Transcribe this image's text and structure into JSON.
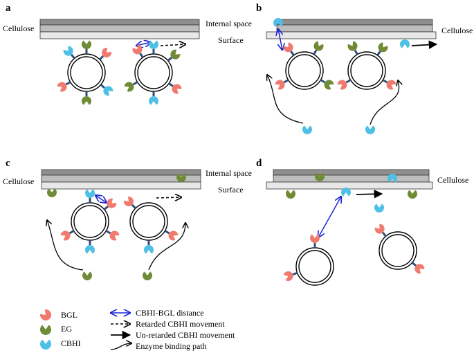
{
  "panels": {
    "a": {
      "letter": "a",
      "cellulose": "Cellulose",
      "internal": "Internal space",
      "surface": "Surface"
    },
    "b": {
      "letter": "b",
      "cellulose": "Cellulose"
    },
    "c": {
      "letter": "c",
      "cellulose": "Cellulose",
      "internal": "Internal space",
      "surface": "Surface"
    },
    "d": {
      "letter": "d",
      "cellulose": "Cellulose"
    }
  },
  "legend": {
    "enzymes": [
      {
        "label": "BGL",
        "color": "#f07a6e",
        "icon": "bgl-enzyme-icon"
      },
      {
        "label": "EG",
        "color": "#6f8b36",
        "icon": "eg-enzyme-icon"
      },
      {
        "label": "CBHI",
        "color": "#4ec0e6",
        "icon": "cbhi-enzyme-icon"
      }
    ],
    "arrows": [
      {
        "label": "CBHI-BGL distance",
        "icon": "double-arrow-icon"
      },
      {
        "label": "Retarded CBHI movement",
        "icon": "dashed-arrow-icon"
      },
      {
        "label": "Un-retarded CBHI movement",
        "icon": "solid-arrow-icon"
      },
      {
        "label": "Enzyme binding path",
        "icon": "curved-arrow-icon"
      }
    ]
  },
  "colors": {
    "bgl": "#f07a6e",
    "eg": "#6f8b36",
    "cbhi": "#4ec0e6",
    "linker": "#2e4e78",
    "distance_arrow": "#1d25d6",
    "sheet_dark": "#8f8f8f",
    "sheet_mid": "#bdbdbd",
    "sheet_light": "#e8e8e8"
  }
}
